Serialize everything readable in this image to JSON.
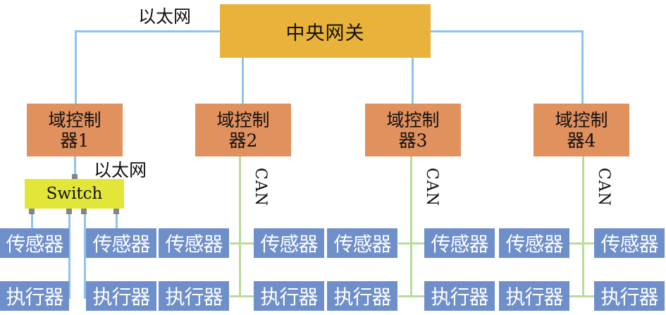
{
  "diagram": {
    "gateway": {
      "label": "中央网关"
    },
    "ethernet_label_top": "以太网",
    "ethernet_label_switch": "以太网",
    "switch": {
      "label": "Switch"
    },
    "domain_controllers": [
      {
        "line1": "域控制",
        "line2": "器1"
      },
      {
        "line1": "域控制",
        "line2": "器2"
      },
      {
        "line1": "域控制",
        "line2": "器3"
      },
      {
        "line1": "域控制",
        "line2": "器4"
      }
    ],
    "bus_labels": [
      "CAN",
      "CAN",
      "CAN"
    ],
    "sensors": [
      "传感器",
      "传感器",
      "传感器",
      "传感器",
      "传感器",
      "传感器",
      "传感器",
      "传感器"
    ],
    "actuators": [
      "执行器",
      "执行器",
      "执行器",
      "执行器",
      "执行器",
      "执行器",
      "执行器",
      "执行器"
    ],
    "colors": {
      "gateway": "#e9b23a",
      "domain_controller": "#e1915e",
      "switch": "#e2e639",
      "device": "#6f8fca",
      "ethernet_line": "#8fc3ee",
      "can_line": "#b9dc98",
      "port": "#858585"
    }
  }
}
